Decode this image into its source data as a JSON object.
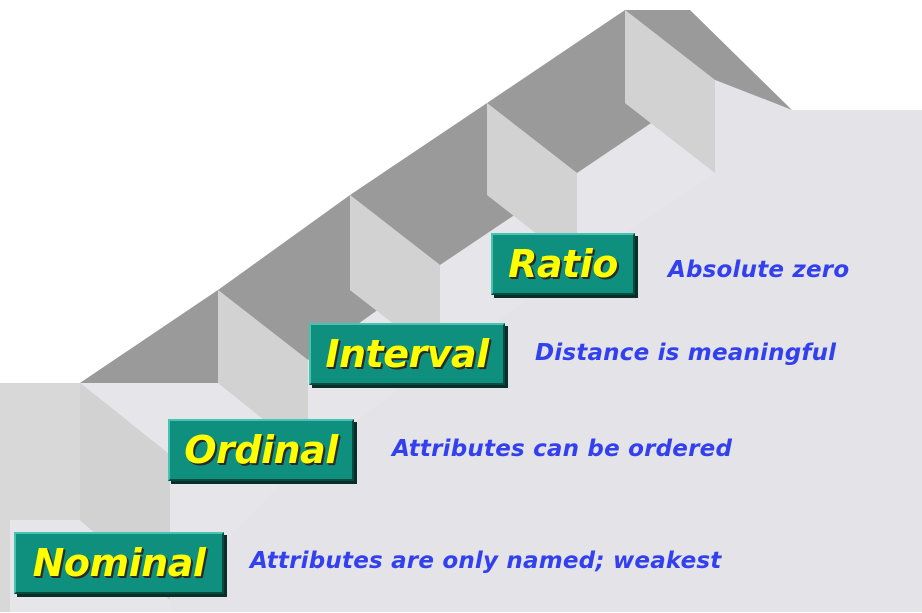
{
  "levels": [
    {
      "key": "nominal",
      "label": "Nominal",
      "description": "Attributes are only named; weakest"
    },
    {
      "key": "ordinal",
      "label": "Ordinal",
      "description": "Attributes can be ordered"
    },
    {
      "key": "interval",
      "label": "Interval",
      "description": "Distance is meaningful"
    },
    {
      "key": "ratio",
      "label": "Ratio",
      "description": "Absolute zero"
    }
  ],
  "colors": {
    "badge_fill": "#0f8f7d",
    "badge_text": "#ffff00",
    "description_text": "#3240ee",
    "stair_top": "#9a9a9a",
    "stair_riser": "#cfcfcf",
    "stair_side": "#e6e6ea"
  }
}
